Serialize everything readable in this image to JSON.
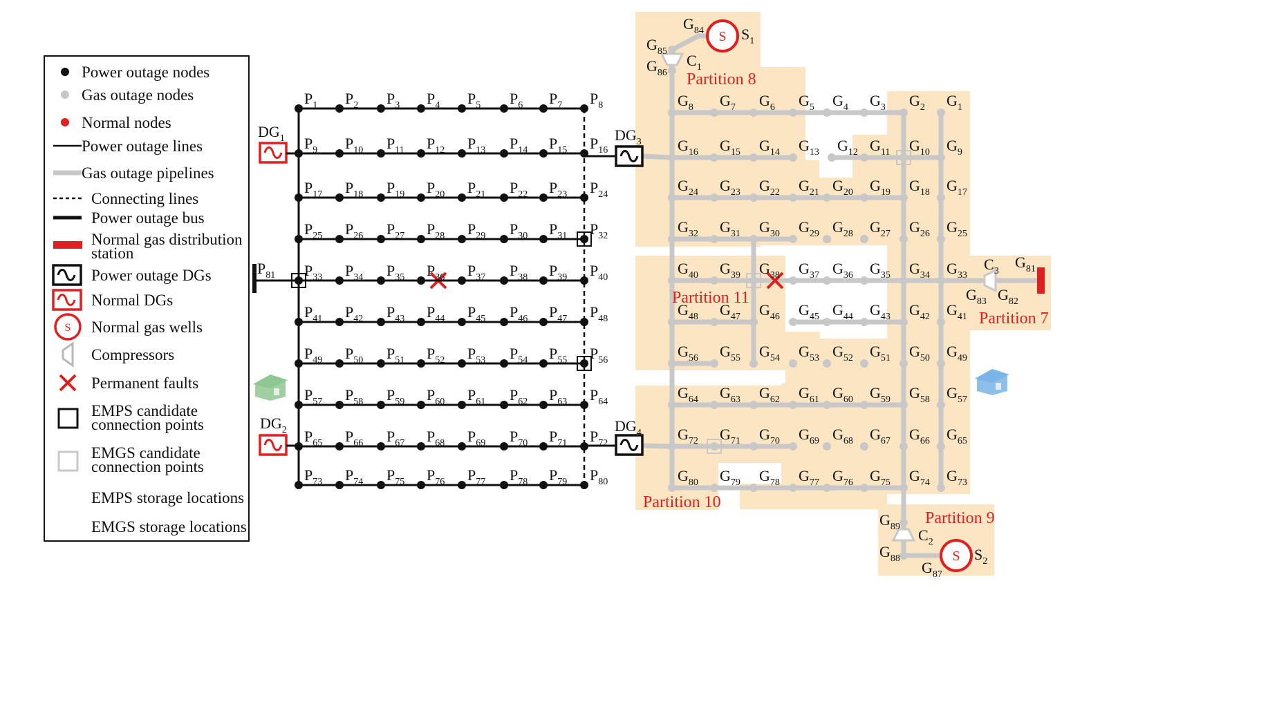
{
  "legend": {
    "items": [
      {
        "key": "power-outage-node",
        "label": "Power outage nodes"
      },
      {
        "key": "gas-outage-node",
        "label": "Gas outage nodes"
      },
      {
        "key": "normal-node",
        "label": "Normal nodes"
      },
      {
        "key": "power-outage-line",
        "label": "Power outage lines"
      },
      {
        "key": "gas-outage-pipeline",
        "label": "Gas outage pipelines"
      },
      {
        "key": "connecting-line",
        "label": "Connecting lines"
      },
      {
        "key": "power-outage-bus",
        "label": "Power outage bus"
      },
      {
        "key": "normal-gas-station",
        "label": "Normal gas distribution\nstation"
      },
      {
        "key": "power-outage-dg",
        "label": "Power outage  DGs"
      },
      {
        "key": "normal-dg",
        "label": "Normal  DGs"
      },
      {
        "key": "normal-gas-well",
        "label": "Normal gas wells"
      },
      {
        "key": "compressor",
        "label": "Compressors"
      },
      {
        "key": "permanent-fault",
        "label": "Permanent faults"
      },
      {
        "key": "emps-point",
        "label": "EMPS candidate\nconnection points"
      },
      {
        "key": "emgs-point",
        "label": "EMGS candidate\nconnection points"
      },
      {
        "key": "emps-storage",
        "label": "EMPS storage locations"
      },
      {
        "key": "emgs-storage",
        "label": "EMGS storage locations"
      }
    ]
  },
  "colors": {
    "power": "#111111",
    "gas": "#c8c8c8",
    "normal": "#e02020",
    "partition_fill": "#fbe5c2",
    "emps_house": "#8fc792",
    "emgs_house": "#7ab4e8"
  },
  "power_network": {
    "bus_label": "P81",
    "dgs": [
      {
        "label": "DG1",
        "state": "normal"
      },
      {
        "label": "DG2",
        "state": "normal"
      },
      {
        "label": "DG3",
        "state": "outage"
      },
      {
        "label": "DG4",
        "state": "outage"
      }
    ],
    "node_labels": [
      "P1",
      "P2",
      "P3",
      "P4",
      "P5",
      "P6",
      "P7",
      "P8",
      "P9",
      "P10",
      "P11",
      "P12",
      "P13",
      "P14",
      "P15",
      "P16",
      "P17",
      "P18",
      "P19",
      "P20",
      "P21",
      "P22",
      "P23",
      "P24",
      "P25",
      "P26",
      "P27",
      "P28",
      "P29",
      "P30",
      "P31",
      "P32",
      "P33",
      "P34",
      "P35",
      "P36",
      "P37",
      "P38",
      "P39",
      "P40",
      "P41",
      "P42",
      "P43",
      "P44",
      "P45",
      "P46",
      "P47",
      "P48",
      "P49",
      "P50",
      "P51",
      "P52",
      "P53",
      "P54",
      "P55",
      "P56",
      "P57",
      "P58",
      "P59",
      "P60",
      "P61",
      "P62",
      "P63",
      "P64",
      "P65",
      "P66",
      "P67",
      "P68",
      "P69",
      "P70",
      "P71",
      "P72",
      "P73",
      "P74",
      "P75",
      "P76",
      "P77",
      "P78",
      "P79",
      "P80"
    ],
    "emps_candidate_points": [
      "P32",
      "P33",
      "P56"
    ],
    "fault_at": "P36"
  },
  "gas_network": {
    "partitions": [
      "Partition 7",
      "Partition 8",
      "Partition 9",
      "Partition 10",
      "Partition 11"
    ],
    "wells": [
      {
        "label": "S",
        "name": "S1"
      },
      {
        "label": "S",
        "name": "S2"
      }
    ],
    "compressors": [
      "C1",
      "C2",
      "C3"
    ],
    "station": "G81",
    "node_labels": [
      "G1",
      "G2",
      "G3",
      "G4",
      "G5",
      "G6",
      "G7",
      "G8",
      "G9",
      "G10",
      "G11",
      "G12",
      "G13",
      "G14",
      "G15",
      "G16",
      "G17",
      "G18",
      "G19",
      "G20",
      "G21",
      "G22",
      "G23",
      "G24",
      "G25",
      "G26",
      "G27",
      "G28",
      "G29",
      "G30",
      "G31",
      "G32",
      "G33",
      "G34",
      "G35",
      "G36",
      "G37",
      "G38",
      "G39",
      "G40",
      "G41",
      "G42",
      "G43",
      "G44",
      "G45",
      "G46",
      "G47",
      "G48",
      "G49",
      "G50",
      "G51",
      "G52",
      "G53",
      "G54",
      "G55",
      "G56",
      "G57",
      "G58",
      "G59",
      "G60",
      "G61",
      "G62",
      "G63",
      "G64",
      "G65",
      "G66",
      "G67",
      "G68",
      "G69",
      "G70",
      "G71",
      "G72",
      "G73",
      "G74",
      "G75",
      "G76",
      "G77",
      "G78",
      "G79",
      "G80",
      "G81",
      "G82",
      "G83",
      "G84",
      "G85",
      "G86",
      "G87",
      "G88",
      "G89"
    ],
    "emgs_candidate_points": [
      "G10",
      "G38",
      "G71"
    ],
    "fault_at": "G38"
  }
}
